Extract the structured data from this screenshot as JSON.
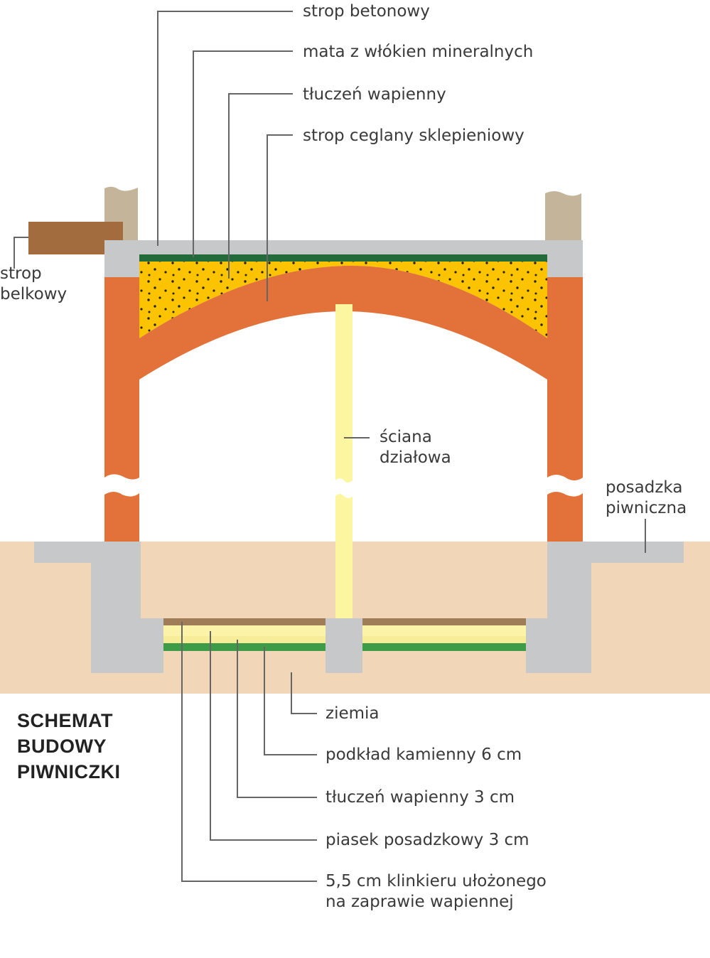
{
  "labels": {
    "strop_betonowy": "strop betonowy",
    "mata": "mata z włókien mineralnych",
    "tluczen_top": "tłuczeń wapienny",
    "strop_ceglany": "strop ceglany sklepieniowy",
    "strop_belkowy_1": "strop",
    "strop_belkowy_2": "belkowy",
    "sciana_1": "ściana",
    "sciana_2": "działowa",
    "posadzka_1": "posadzka",
    "posadzka_2": "piwniczna",
    "ziemia": "ziemia",
    "podklad": "podkład kamienny 6 cm",
    "tluczen_bottom": "tłuczeń wapienny 3 cm",
    "piasek": "piasek posadzkowy 3 cm",
    "klinkier_1": "5,5 cm klinkieru ułożonego",
    "klinkier_2": "na zaprawie wapiennej"
  },
  "title": {
    "line1": "SCHEMAT",
    "line2": "BUDOWY",
    "line3": "PIWNICZKI"
  },
  "colors": {
    "soil": "#f2d6b8",
    "concrete": "#c6c8c9",
    "brick": "#e3713a",
    "gravel": "#fcc400",
    "mineral_mat": "#236b3a",
    "stone_base": "#3e9b48",
    "sand": "#fbf3a8",
    "clinker": "#9e7d57",
    "beam": "#a36c3f",
    "upper_wall": "#c4b49a",
    "partition": "#fdf6a0",
    "leader_line": "#666666",
    "text": "#3a3a3a"
  }
}
